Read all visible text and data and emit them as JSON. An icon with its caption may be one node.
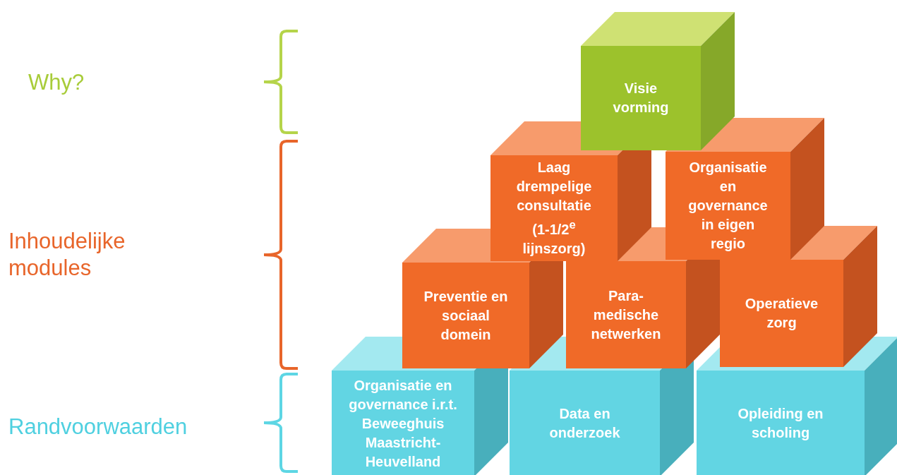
{
  "diagram": {
    "nodes": [
      {
        "text": [
          "Visie vorming"
        ]
      },
      {
        "text": [
          "Laag drempelige consultatie (1-1/2$^{e}$ lijnszorg)"
        ]
      },
      {
        "text": [
          "Organisatie en governance in eigen regio"
        ]
      },
      {
        "text": [
          "Preventie en sociaal domein"
        ]
      },
      {
        "text": [
          "Para-medische netwerken"
        ]
      },
      {
        "text": [
          "Operatieve zorg"
        ]
      },
      {
        "text": [
          "Organisatie en governance i.r.t. Beweeghuis Maastricht-Heuvelland"
        ]
      },
      {
        "text": [
          "Data en onderzoek"
        ]
      },
      {
        "text": [
          "Opleiding en scholing"
        ]
      }
    ],
    "edges": [],
    "labels": [
      "Why?",
      "Inhoudelijke modules",
      "Randvoorwaarden"
    ]
  }
}
